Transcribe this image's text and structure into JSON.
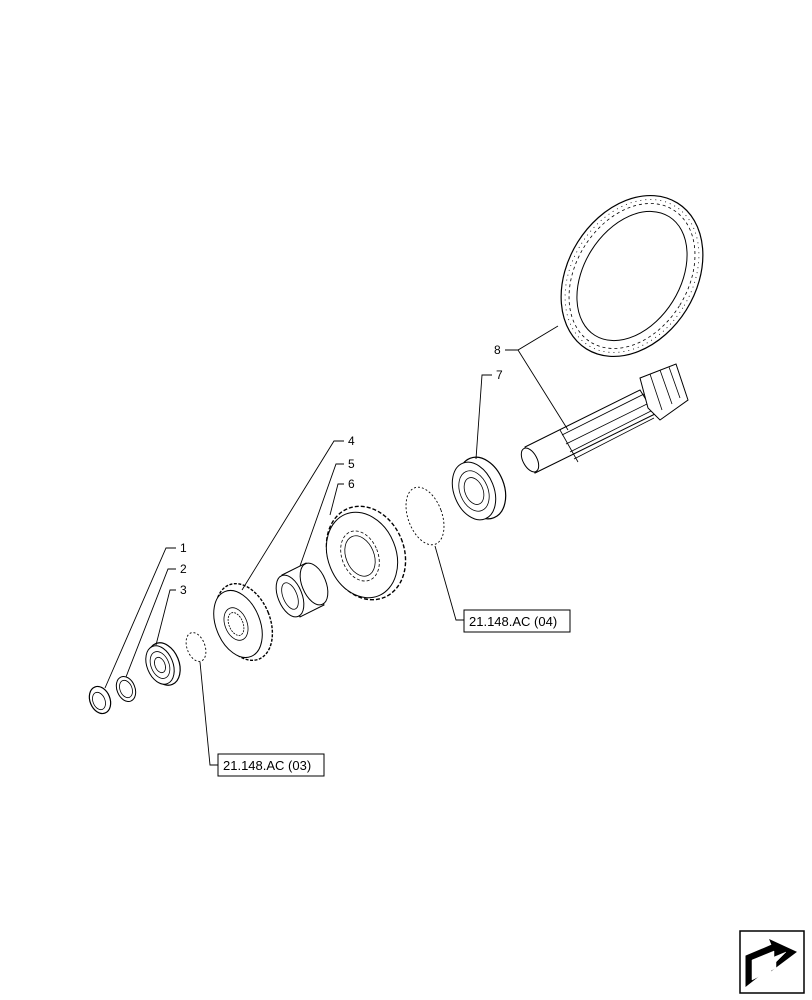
{
  "callouts": [
    "1",
    "2",
    "3",
    "4",
    "5",
    "6",
    "7",
    "8"
  ],
  "references": {
    "ref_03": "21.148.AC (03)",
    "ref_04": "21.148.AC (04)"
  },
  "icons": {
    "nav": "next-page-arrow-icon"
  }
}
